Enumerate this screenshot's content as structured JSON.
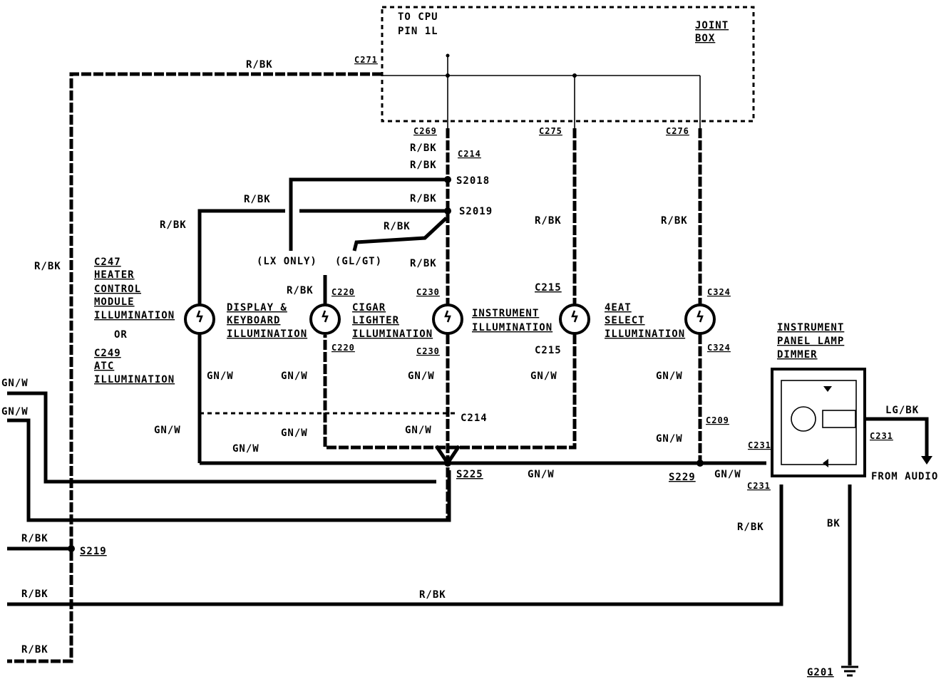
{
  "joint_box": {
    "cpu_note": [
      "TO CPU",
      "PIN 1L"
    ],
    "title": [
      "JOINT",
      "BOX"
    ]
  },
  "connectors": {
    "c271": "C271",
    "c269": "C269",
    "c275": "C275",
    "c276": "C276",
    "c214_top": "C214",
    "c214_mid": "C214",
    "c220_top": "C220",
    "c220_bot": "C220",
    "c230_top": "C230",
    "c230_bot": "C230",
    "c215_top": "C215",
    "c215_bot": "C215",
    "c324_top": "C324",
    "c324_bot": "C324",
    "c209": "C209",
    "c231_a": "C231",
    "c231_b": "C231",
    "c231_c": "C231"
  },
  "splices": {
    "s2018": "S2018",
    "s2019": "S2019",
    "s225": "S225",
    "s229": "S229",
    "s219": "S219"
  },
  "ground": {
    "g201": "G201"
  },
  "options": {
    "lx_only": "(LX ONLY)",
    "gl_gt": "(GL/GT)"
  },
  "lamps": {
    "heater": [
      "C247",
      "HEATER",
      "CONTROL",
      "MODULE",
      "ILLUMINATION"
    ],
    "or": "OR",
    "atc": [
      "C249",
      "ATC",
      "ILLUMINATION"
    ],
    "display": [
      "DISPLAY &",
      "KEYBOARD",
      "ILLUMINATION"
    ],
    "cigar": [
      "CIGAR",
      "LIGHTER",
      "ILLUMINATION"
    ],
    "instrument": [
      "INSTRUMENT",
      "ILLUMINATION"
    ],
    "select": [
      "4EAT",
      "SELECT",
      "ILLUMINATION"
    ]
  },
  "dimmer": {
    "title": [
      "INSTRUMENT",
      "PANEL LAMP",
      "DIMMER"
    ]
  },
  "wires": {
    "r_bk": "R/BK",
    "gn_w": "GN/W",
    "lg_bk": "LG/BK",
    "bk": "BK",
    "from_audio": "FROM AUDIO"
  }
}
